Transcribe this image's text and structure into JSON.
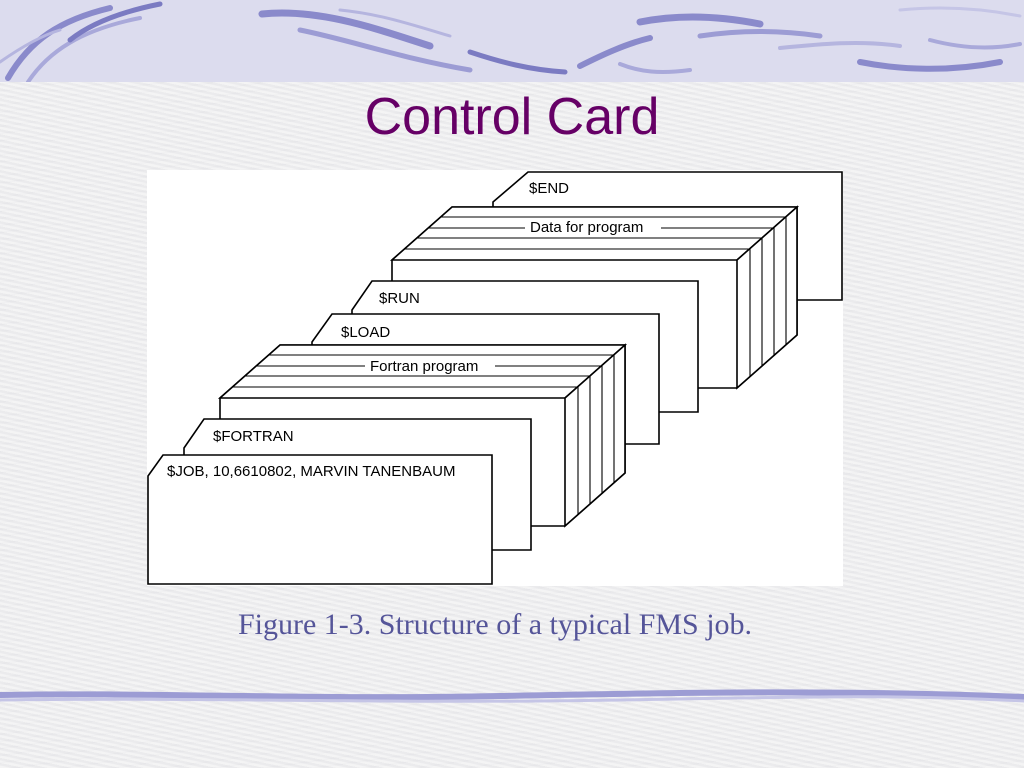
{
  "slide": {
    "title": "Control Card",
    "caption": "Figure 1-3. Structure of a typical FMS job."
  },
  "colors": {
    "title": "#660066",
    "caption": "#555599",
    "band": "#8585c8",
    "background": "#eeeeef"
  },
  "diagram": {
    "cards": {
      "end": "$END",
      "data_deck": "Data for program",
      "run": "$RUN",
      "load": "$LOAD",
      "fortran_deck": "Fortran program",
      "fortran": "$FORTRAN",
      "job": "$JOB, 10,6610802, MARVIN TANENBAUM"
    }
  }
}
